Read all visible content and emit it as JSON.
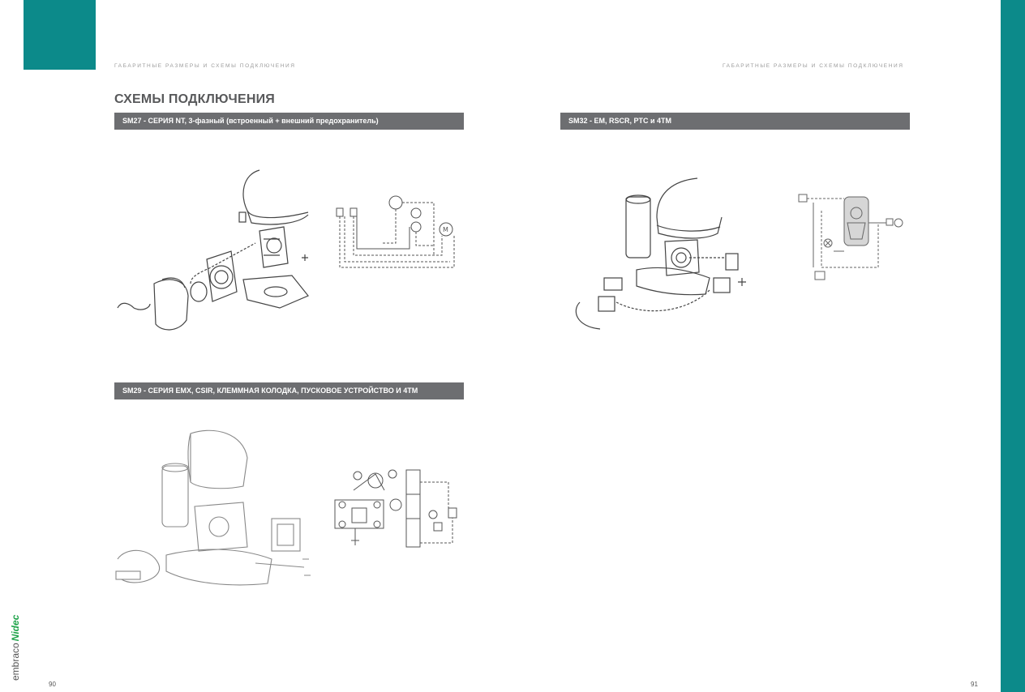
{
  "header": {
    "running_head_left": "ГАБАРИТНЫЕ РАЗМЕРЫ И СХЕМЫ ПОДКЛЮЧЕНИЯ",
    "running_head_right": "ГАБАРИТНЫЕ РАЗМЕРЫ И СХЕМЫ ПОДКЛЮЧЕНИЯ"
  },
  "section_title": "СХЕМЫ ПОДКЛЮЧЕНИЯ",
  "diagrams": {
    "sm27": {
      "label": "SM27 - СЕРИЯ NT, 3-фазный (встроенный + внешний предохранитель)"
    },
    "sm29": {
      "label": "SM29 -  СЕРИЯ EMX, CSIR, КЛЕММНАЯ КОЛОДКА, ПУСКОВОЕ УСТРОЙСТВО И 4ТМ"
    },
    "sm32": {
      "label": "SM32 -  EM, RSCR, PTC и 4TM"
    }
  },
  "footer": {
    "page_left": "90",
    "page_right": "91",
    "brand_name": "embraco",
    "brand_parent": "Nidec"
  },
  "colors": {
    "accent": "#0c8a8a",
    "bar": "#6d6e71",
    "brand_green": "#1fa34a"
  }
}
